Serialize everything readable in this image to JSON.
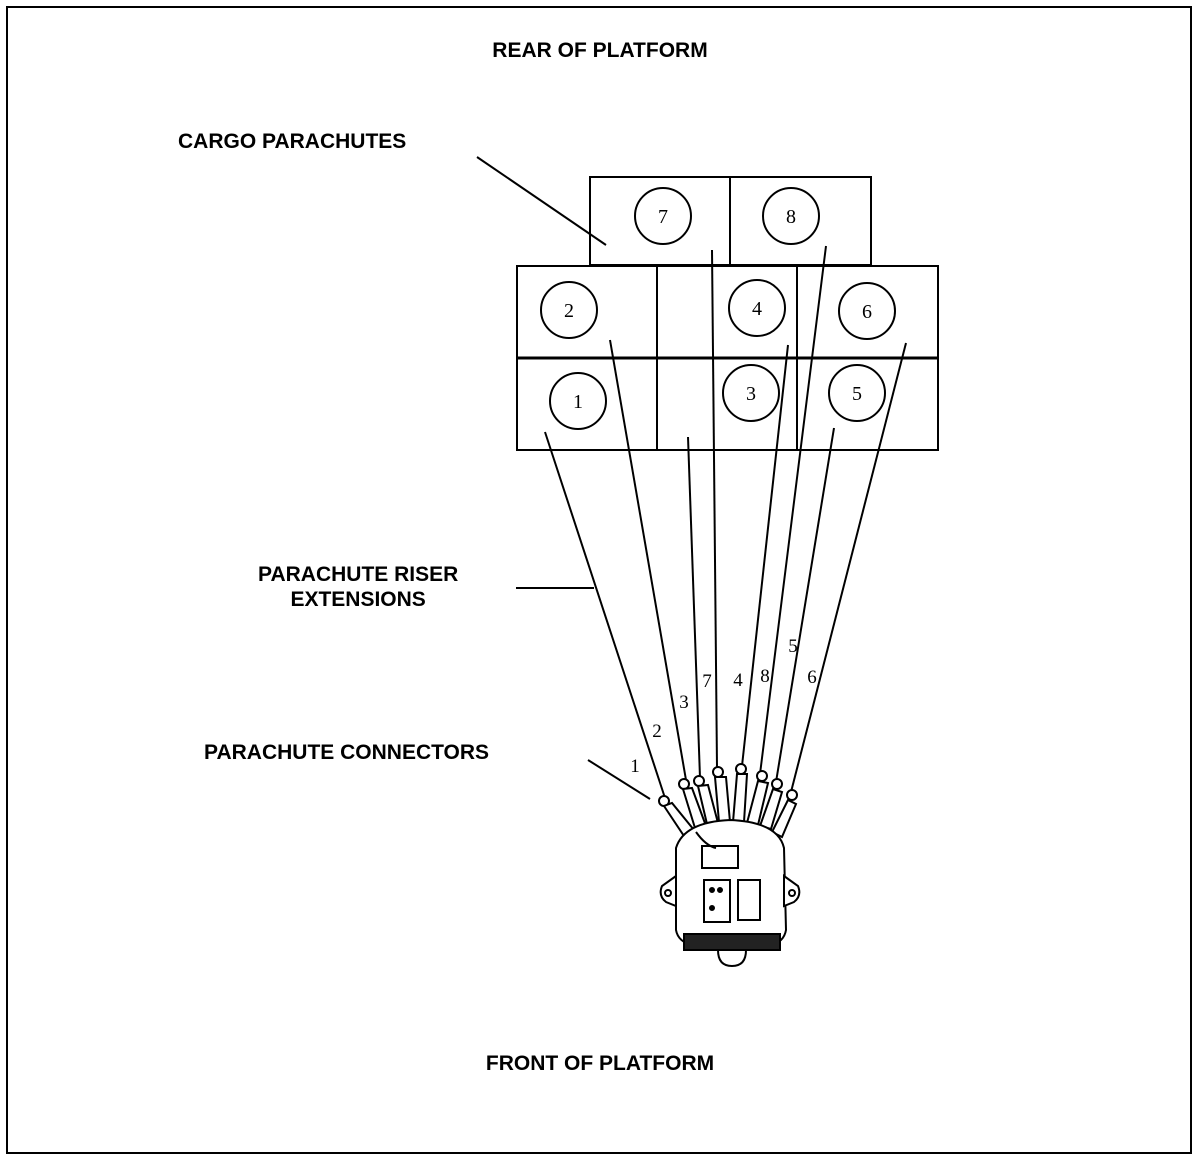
{
  "labels": {
    "rear": "REAR OF PLATFORM",
    "front": "FRONT OF PLATFORM",
    "cargo_parachutes": "CARGO PARACHUTES",
    "riser_extensions_line1": "PARACHUTE RISER",
    "riser_extensions_line2": "EXTENSIONS",
    "connectors": "PARACHUTE CONNECTORS"
  },
  "parachute_numbers": [
    "1",
    "2",
    "3",
    "4",
    "5",
    "6",
    "7",
    "8"
  ],
  "riser_numbers": [
    "1",
    "2",
    "3",
    "7",
    "4",
    "8",
    "5",
    "6"
  ],
  "colors": {
    "line": "#000000",
    "background": "#ffffff"
  }
}
